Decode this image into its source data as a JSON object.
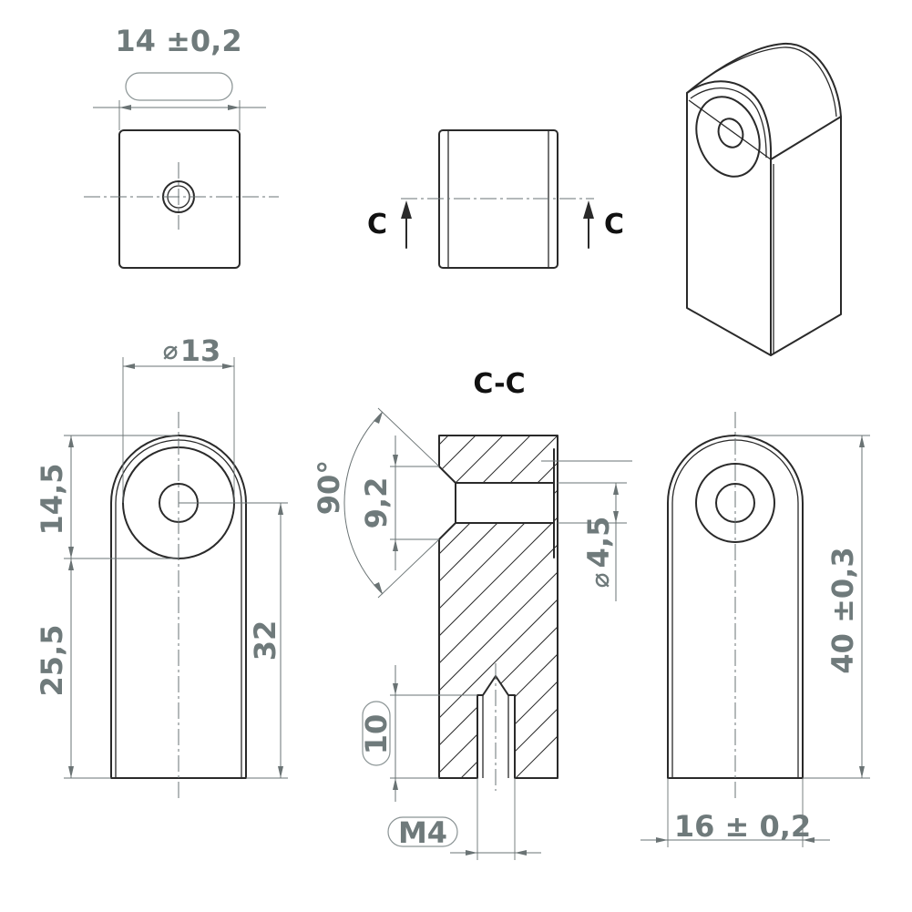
{
  "section": {
    "marker": "C",
    "title": "C-C"
  },
  "dimensions": {
    "top_width": "14 ±0,2",
    "dia_13": "13",
    "h_14_5": "14,5",
    "h_25_5": "25,5",
    "h_32": "32",
    "angle_90": "90°",
    "h_9_2": "9,2",
    "dia_4_5": "4,5",
    "h_10": "10",
    "thread": "M4",
    "height_40": "40 ±0,3",
    "width_16": "16 ± 0,2"
  },
  "symbols": {
    "diameter": "⌀"
  }
}
